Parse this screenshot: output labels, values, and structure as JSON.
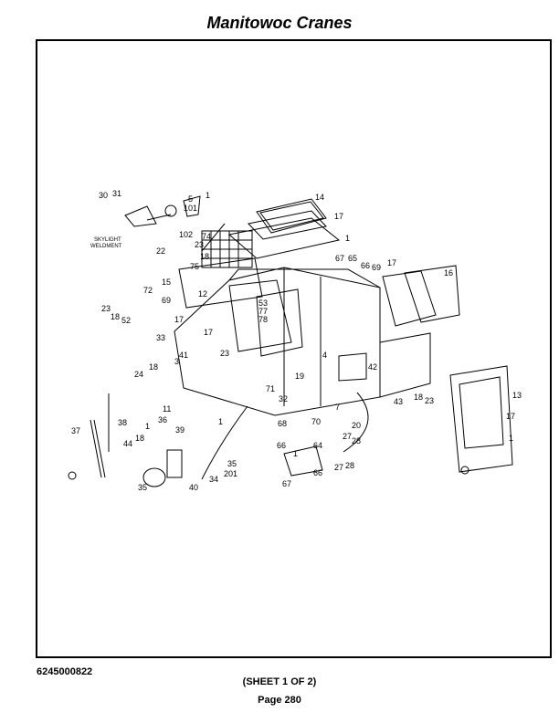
{
  "header": {
    "title": "Manitowoc Cranes"
  },
  "footer": {
    "part_number": "6245000822",
    "sheet": "(SHEET 1 OF 2)",
    "page": "Page 280"
  },
  "diagram": {
    "note_skylight": "SKYLIGHT",
    "note_weldment": "WELDMENT",
    "callouts": [
      "30",
      "31",
      "5",
      "101",
      "1",
      "14",
      "17",
      "1",
      "102",
      "22",
      "23",
      "18",
      "74",
      "75",
      "67",
      "65",
      "66",
      "69",
      "17",
      "16",
      "15",
      "72",
      "12",
      "69",
      "53",
      "77",
      "78",
      "23",
      "18",
      "52",
      "17",
      "17",
      "33",
      "23",
      "41",
      "3",
      "4",
      "18",
      "24",
      "42",
      "19",
      "71",
      "32",
      "18",
      "23",
      "43",
      "11",
      "13",
      "7",
      "68",
      "70",
      "20",
      "17",
      "1",
      "38",
      "37",
      "36",
      "1",
      "18",
      "39",
      "44",
      "1",
      "66",
      "64",
      "27",
      "28",
      "1",
      "27",
      "28",
      "35",
      "201",
      "34",
      "35",
      "40",
      "67",
      "66"
    ]
  }
}
